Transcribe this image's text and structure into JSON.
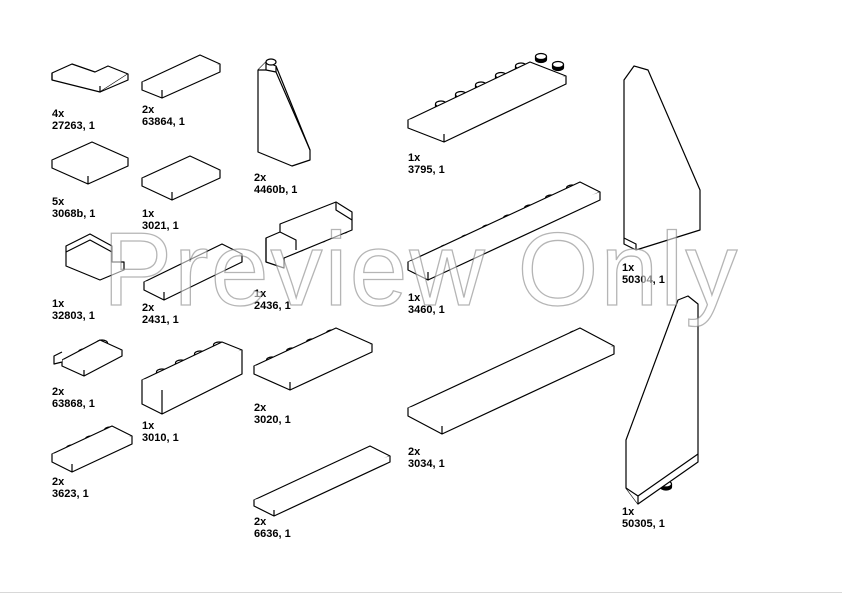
{
  "watermark": "Preview Only",
  "parts": [
    {
      "qty": "4x",
      "id": "27263, 1"
    },
    {
      "qty": "2x",
      "id": "63864, 1"
    },
    {
      "qty": "2x",
      "id": "4460b, 1"
    },
    {
      "qty": "1x",
      "id": "3795, 1"
    },
    {
      "qty": "5x",
      "id": "3068b, 1"
    },
    {
      "qty": "1x",
      "id": "3021, 1"
    },
    {
      "qty": "1x",
      "id": "50304, 1"
    },
    {
      "qty": "1x",
      "id": "32803, 1"
    },
    {
      "qty": "2x",
      "id": "2431, 1"
    },
    {
      "qty": "1x",
      "id": "2436, 1"
    },
    {
      "qty": "1x",
      "id": "3460, 1"
    },
    {
      "qty": "2x",
      "id": "63868, 1"
    },
    {
      "qty": "1x",
      "id": "3010, 1"
    },
    {
      "qty": "2x",
      "id": "3020, 1"
    },
    {
      "qty": "2x",
      "id": "3034, 1"
    },
    {
      "qty": "2x",
      "id": "3623, 1"
    },
    {
      "qty": "1x",
      "id": "50305, 1"
    },
    {
      "qty": "2x",
      "id": "6636, 1"
    }
  ]
}
